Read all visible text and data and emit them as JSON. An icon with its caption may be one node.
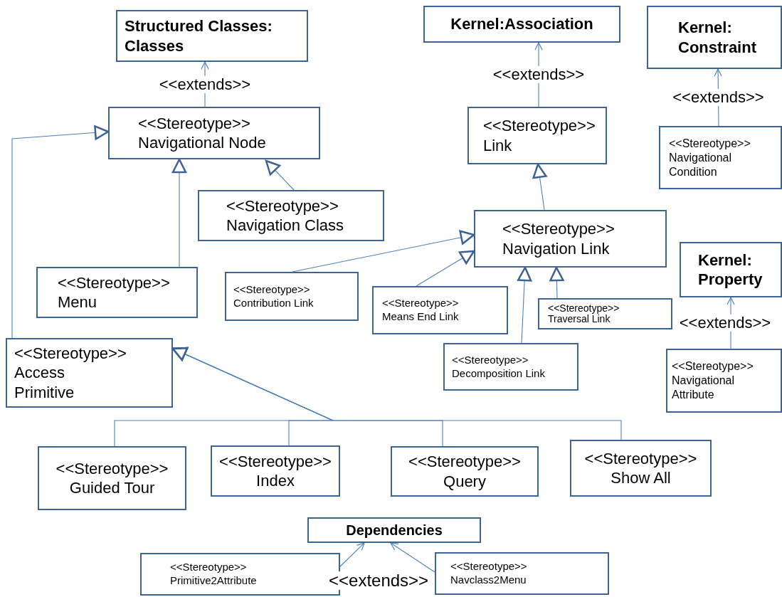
{
  "diagram": {
    "nodes": [
      {
        "text": [
          "Structured Classes: Classes"
        ]
      },
      {
        "text": [
          "Kernel:Association"
        ]
      },
      {
        "text": [
          "Kernel: Constraint"
        ]
      },
      {
        "text": [
          "<<Stereotype>>",
          "Navigational Node"
        ]
      },
      {
        "text": [
          "<<Stereotype>>",
          "Link"
        ]
      },
      {
        "text": [
          "<<Stereotype>>",
          "Navigational Condition"
        ]
      },
      {
        "text": [
          "<<Stereotype>>",
          "Navigation Class"
        ]
      },
      {
        "text": [
          "<<Stereotype>>",
          "Navigation Link"
        ]
      },
      {
        "text": [
          "Kernel: Property"
        ]
      },
      {
        "text": [
          "<<Stereotype>>",
          "Menu"
        ]
      },
      {
        "text": [
          "<<Stereotype>>",
          "Contribution Link"
        ]
      },
      {
        "text": [
          "<<Stereotype>>",
          "Means End Link"
        ]
      },
      {
        "text": [
          "<<Stereotype>>",
          "Traversal Link"
        ]
      },
      {
        "text": [
          "<<Stereotype>>",
          "Navigational Attribute"
        ]
      },
      {
        "text": [
          "<<Stereotype>>",
          "Access Primitive"
        ]
      },
      {
        "text": [
          "<<Stereotype>>",
          "Decomposition Link"
        ]
      },
      {
        "text": [
          "<<Stereotype>>",
          "Guided Tour"
        ]
      },
      {
        "text": [
          "<<Stereotype>>",
          "Index"
        ]
      },
      {
        "text": [
          "<<Stereotype>>",
          "Query"
        ]
      },
      {
        "text": [
          "<<Stereotype>>",
          "Show All"
        ]
      },
      {
        "text": [
          "Dependencies"
        ]
      },
      {
        "text": [
          "<<Stereotype>>",
          "Primitive2Attribute"
        ]
      },
      {
        "text": [
          "<<Stereotype>>",
          "Navclass2Menu"
        ]
      }
    ],
    "edges": [
      {
        "from": 3,
        "to": 0,
        "arrow": "to",
        "label": "<<extends>>"
      },
      {
        "from": 4,
        "to": 1,
        "arrow": "to",
        "label": "<<extends>>"
      },
      {
        "from": 5,
        "to": 2,
        "arrow": "to",
        "label": "<<extends>>"
      },
      {
        "from": 13,
        "to": 8,
        "arrow": "to",
        "label": "<<extends>>"
      },
      {
        "from": 9,
        "to": 3,
        "arrow": "to"
      },
      {
        "from": 6,
        "to": 3,
        "arrow": "to"
      },
      {
        "from": 14,
        "to": 3,
        "arrow": "to"
      },
      {
        "from": 10,
        "to": 7,
        "arrow": "to"
      },
      {
        "from": 11,
        "to": 7,
        "arrow": "to"
      },
      {
        "from": 15,
        "to": 7,
        "arrow": "to"
      },
      {
        "from": 12,
        "to": 7,
        "arrow": "to"
      },
      {
        "from": 7,
        "to": 4,
        "arrow": "to"
      },
      {
        "from": 16,
        "to": 14,
        "arrow": "to"
      },
      {
        "from": 17,
        "to": 14,
        "arrow": "to"
      },
      {
        "from": 18,
        "to": 14,
        "arrow": "to"
      },
      {
        "from": 19,
        "to": 14,
        "arrow": "to"
      },
      {
        "from": 21,
        "to": 20,
        "arrow": "to"
      },
      {
        "from": 22,
        "to": 20,
        "arrow": "to"
      }
    ],
    "labels": [
      "<<extends>>"
    ]
  }
}
